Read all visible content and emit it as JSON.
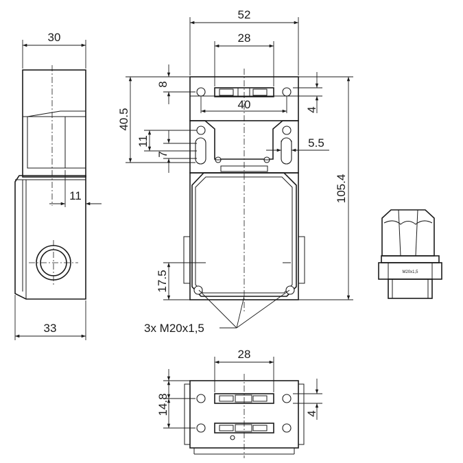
{
  "dimensions": {
    "side_view_width": "30",
    "side_view_offset": "11",
    "side_view_base": "33",
    "front_overall_width": "52",
    "front_slot_spacing": "28",
    "front_top_offset": "8",
    "front_hole_spacing": "40",
    "front_hole_drop": "4",
    "front_upper_height": "40.5",
    "front_slot_pitch": "11",
    "front_slot_length": "7",
    "front_slot_width": "5.5",
    "front_overall_height": "105.4",
    "front_bottom_hole": "17.5",
    "bottom_slot_spacing": "28",
    "bottom_left_dims": "14.8",
    "bottom_right_offset": "4"
  },
  "callouts": {
    "thread_note": "3x M20x1,5",
    "gland_label": "M20x1,5"
  }
}
